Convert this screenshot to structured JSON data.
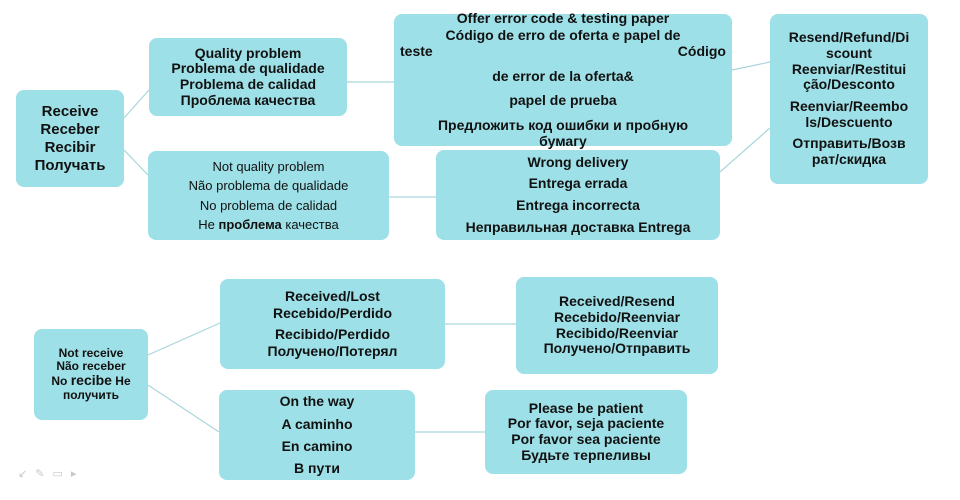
{
  "receive": {
    "lines": [
      "Receive",
      "Receber",
      "Recibir",
      "Получать"
    ]
  },
  "quality": {
    "lines": [
      "Quality problem",
      "Problema de qualidade",
      "Problema de calidad",
      "Проблема качества"
    ]
  },
  "not_quality": {
    "lines": [
      "Not quality problem",
      "Não problema de qualidade",
      "No problema de calidad"
    ],
    "line4_a": "Не ",
    "line4_b": "проблема",
    "line4_c": " качества"
  },
  "offer": {
    "lines": [
      "Offer error code & testing paper",
      "Código de erro de oferta e papel de",
      "teste",
      "Código",
      "de error de la oferta&",
      "papel de prueba",
      "Предложить код ошибки и пробную",
      "бумагу"
    ]
  },
  "wrong": {
    "lines": [
      "Wrong delivery",
      "Entrega errada",
      "Entrega incorrecta",
      "Неправильная доставка Entrega"
    ]
  },
  "resend": {
    "lines": [
      "Resend/Refund/Di",
      "scount",
      "Reenviar/Restitui",
      "ção/Desconto",
      "Reenviar/Reembo",
      "ls/Descuento",
      "Отправить/Возв",
      "рат/скидка"
    ]
  },
  "not_receive": {
    "line1": "Not receive",
    "line2": "Não receber",
    "line3_a": "No ",
    "line3_b": "recibe",
    "line3_c": " Не",
    "line4": "получить"
  },
  "lost": {
    "lines": [
      "Received/Lost",
      "Recebido/Perdido",
      "Recibido/Perdido",
      "Получено/Потерял"
    ]
  },
  "received_resend": {
    "lines": [
      "Received/Resend",
      "Recebido/Reenviar",
      "Recibido/Reenviar",
      "Получено/Отправить"
    ]
  },
  "on_way": {
    "lines": [
      "On the way",
      "A caminho",
      "En camino",
      "В пути"
    ]
  },
  "patient": {
    "lines": [
      "Please be patient",
      "Por favor, seja paciente",
      "Por favor sea paciente",
      "Будьте терпеливы"
    ]
  },
  "colors": {
    "box_fill": "#9ee0e7",
    "line": "#a9d6dc"
  },
  "footer_icons": [
    "arrow-icon",
    "pen-icon",
    "page-icon",
    "menu-icon"
  ]
}
